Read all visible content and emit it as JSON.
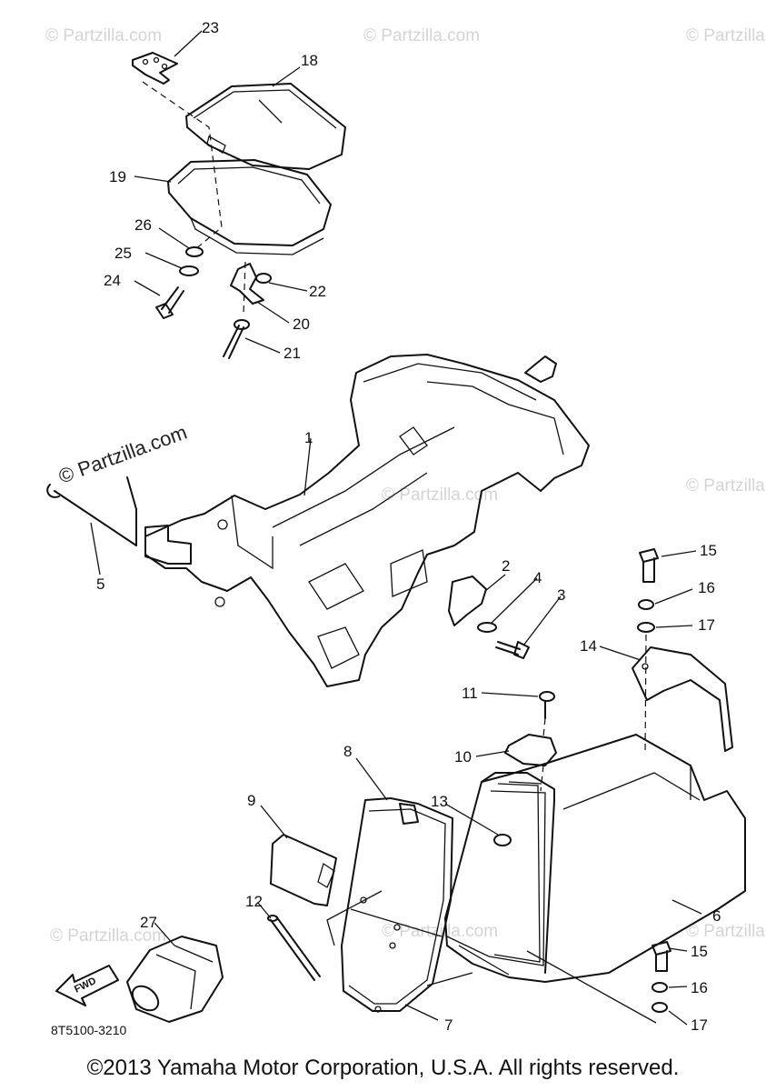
{
  "watermark": "© Partzilla.com",
  "watermark_center": "© Partzilla.com",
  "part_numbers": [
    "1",
    "2",
    "3",
    "4",
    "5",
    "6",
    "7",
    "8",
    "9",
    "10",
    "11",
    "12",
    "13",
    "14",
    "15",
    "16",
    "17",
    "18",
    "19",
    "20",
    "21",
    "22",
    "23",
    "24",
    "25",
    "26",
    "27",
    "15",
    "16",
    "17"
  ],
  "diagram_code": "8T5100-3210",
  "fwd_label": "FWD",
  "copyright": "©2013 Yamaha Motor Corporation, U.S.A. All rights reserved."
}
